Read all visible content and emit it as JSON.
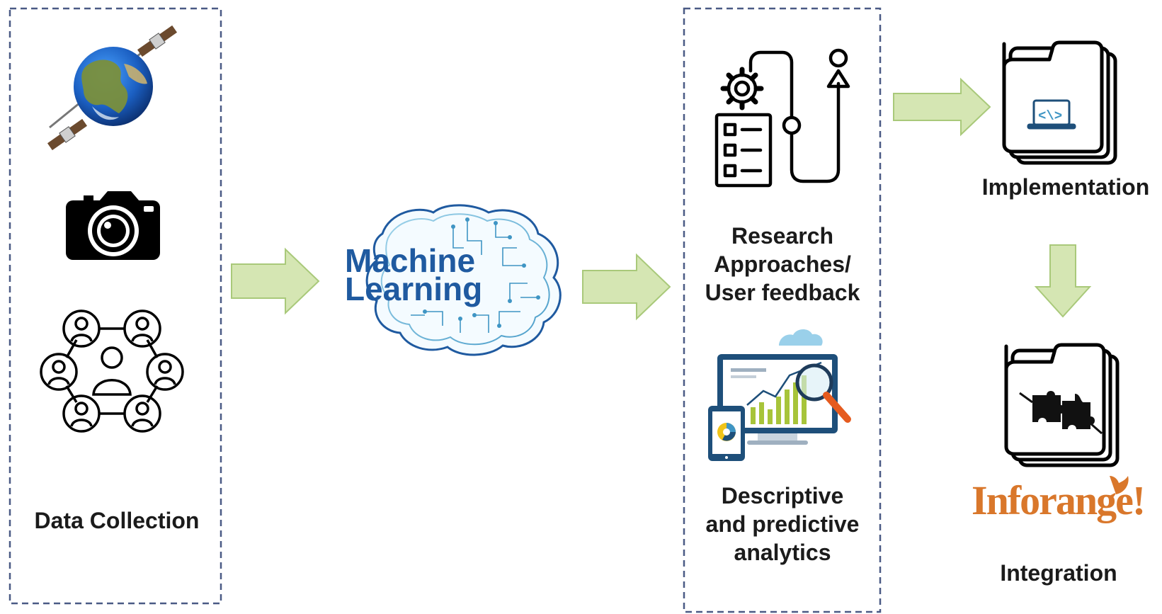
{
  "diagram": {
    "stages": [
      {
        "label": "Data Collection",
        "icons": [
          "satellite-globe-icon",
          "camera-icon",
          "people-network-icon"
        ]
      },
      {
        "logo_text_line1": "Machine",
        "logo_text_line2": "Learning",
        "icon": "machine-learning-brain-icon"
      },
      {
        "label_lines": [
          "Research",
          "Approaches/",
          "User feedback"
        ],
        "label2_lines": [
          "Descriptive",
          "and predictive",
          "analytics"
        ],
        "icons": [
          "research-workflow-icon",
          "analytics-dashboard-icon"
        ]
      },
      {
        "label": "Implementation",
        "icon": "code-folder-icon"
      },
      {
        "label": "Integration",
        "icon": "puzzle-folder-icon",
        "brand_text": "Inforange!"
      }
    ],
    "colors": {
      "arrow_fill": "#d5e6b3",
      "arrow_stroke": "#a9c97a",
      "dashed_border": "#4a5a85",
      "ml_blue": "#1f5aa0",
      "brand_orange": "#d9772b",
      "brand_green": "#7ab547"
    }
  }
}
